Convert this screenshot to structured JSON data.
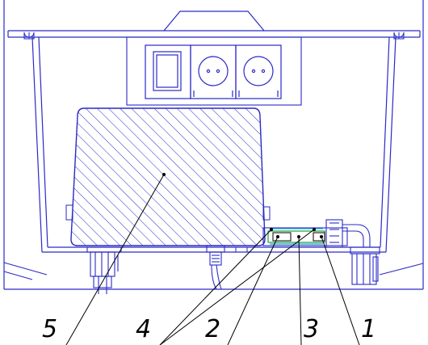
{
  "callouts": [
    {
      "id": "5",
      "label": "5"
    },
    {
      "id": "4",
      "label": "4"
    },
    {
      "id": "2",
      "label": "2"
    },
    {
      "id": "3",
      "label": "3"
    },
    {
      "id": "1",
      "label": "1"
    }
  ],
  "colors": {
    "outline": "#2a2ac8",
    "leader": "#000000",
    "accent_green": "#1e9e3a",
    "accent_cyan": "#18b0c8",
    "background": "#ffffff"
  }
}
